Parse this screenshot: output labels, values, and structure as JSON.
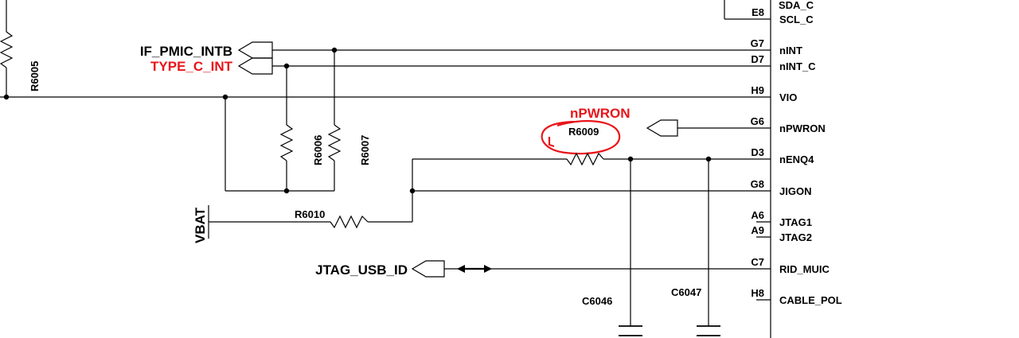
{
  "ic": {
    "pins": [
      {
        "num": "E8",
        "name": "SCL_C"
      },
      {
        "num": "G7",
        "name": "nINT"
      },
      {
        "num": "D7",
        "name": "nINT_C"
      },
      {
        "num": "H9",
        "name": "VIO"
      },
      {
        "num": "G6",
        "name": "nPWRON"
      },
      {
        "num": "D3",
        "name": "nENQ4"
      },
      {
        "num": "G8",
        "name": "JIGON"
      },
      {
        "num": "A6",
        "name": "JTAG1"
      },
      {
        "num": "A9",
        "name": "JTAG2"
      },
      {
        "num": "C7",
        "name": "RID_MUIC"
      },
      {
        "num": "H8",
        "name": "CABLE_POL"
      }
    ],
    "top_cut_label": "SDA_C"
  },
  "nets": {
    "if_pmic_intb": "IF_PMIC_INTB",
    "type_c_int": "TYPE_C_INT",
    "vbat": "VBAT",
    "jtag_usb_id": "JTAG_USB_ID",
    "npwron_annotation": "nPWRON"
  },
  "parts": {
    "r6005": "R6005",
    "r6006": "R6006",
    "r6007": "R6007",
    "r6009": "R6009",
    "r6010": "R6010",
    "c6046": "C6046",
    "c6047": "C6047"
  },
  "colors": {
    "wire": "#000000",
    "annotation": "#e8141a"
  }
}
